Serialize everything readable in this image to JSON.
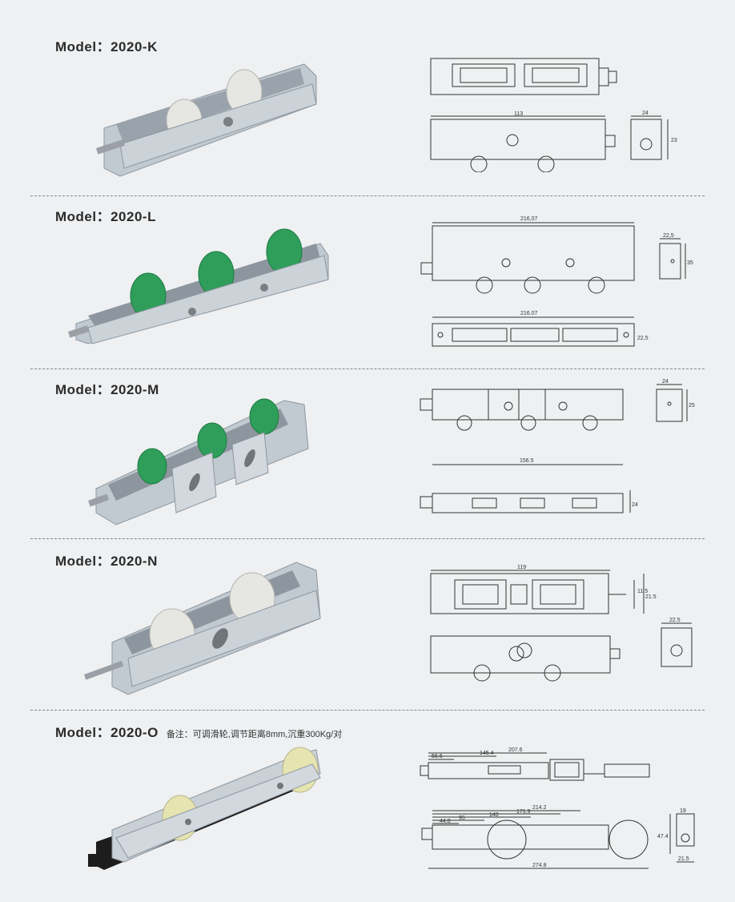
{
  "models": [
    {
      "title": "Model：2020-K",
      "note": "",
      "dims": {
        "length": "113",
        "width": "24",
        "height": "23"
      }
    },
    {
      "title": "Model：2020-L",
      "note": "",
      "dims": {
        "length_top": "216,07",
        "length_bottom": "216.07",
        "width": "22,5",
        "height": "35",
        "side": "22,5"
      }
    },
    {
      "title": "Model：2020-M",
      "note": "",
      "dims": {
        "width": "24",
        "height": "25",
        "length": "156.5",
        "side": "24"
      }
    },
    {
      "title": "Model：2020-N",
      "note": "",
      "dims": {
        "length": "119",
        "side_a": "11.5",
        "side_b": "21.5",
        "width": "22.5"
      }
    },
    {
      "title": "Model：2020-O",
      "note": "备注：可调滑轮,调节距离8mm,沉重300Kg/对",
      "dims": {
        "d1": "56.6",
        "d2": "145.4",
        "d3": "207.6",
        "d4": "214.2",
        "d5": "171.9",
        "d6": "140",
        "d7": "95",
        "d8": "44.8",
        "d9": "274.8",
        "h1": "47.4",
        "w1": "19",
        "w2": "21.5"
      }
    }
  ],
  "colors": {
    "background": "#eef0f2",
    "aluminium": "#b9c2ca",
    "green_wheel": "#2e9e5a",
    "white_wheel": "#e6e6e2",
    "cream_wheel": "#e6e4b0",
    "black_base": "#1d1d1d",
    "line": "#333333"
  }
}
